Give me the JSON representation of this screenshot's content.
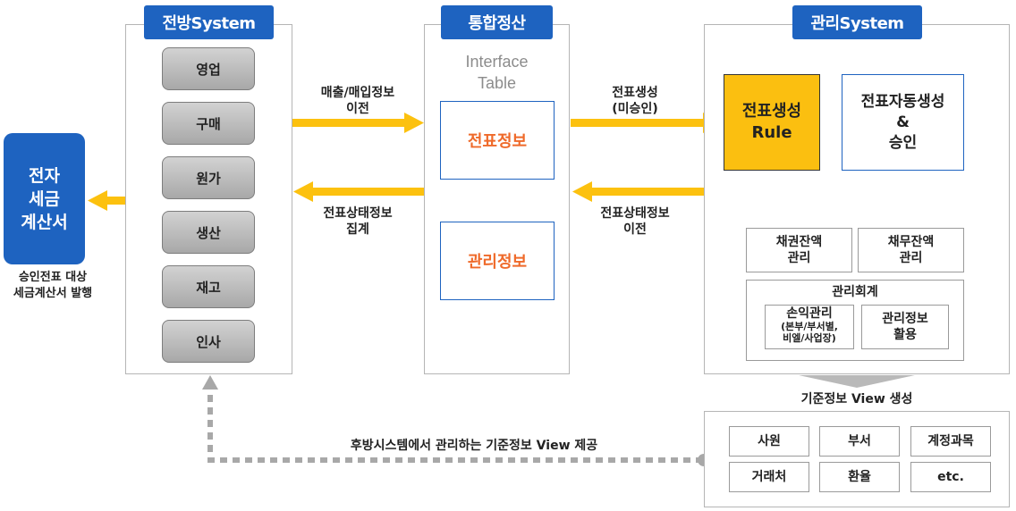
{
  "front": {
    "title": "전방System",
    "items": [
      "영업",
      "구매",
      "원가",
      "생산",
      "재고",
      "인사"
    ]
  },
  "einvoice": {
    "title": "전자\n세금\n계산서",
    "caption": "승인전표 대상\n세금계산서 발행"
  },
  "integration": {
    "title": "통합정산",
    "interface_label": "Interface\nTable",
    "voucher_info": "전표정보",
    "mgmt_info": "관리정보"
  },
  "mgmt": {
    "title": "관리System",
    "rule_box": "전표생성\nRule",
    "auto_box": "전표자동생성\n&\n승인",
    "receivable": "채권잔액\n관리",
    "payable": "채무잔액\n관리",
    "accounting_title": "관리회계",
    "pnl": "손익관리",
    "pnl_sub": "(본부/부서별,\n비엘/사업장)",
    "mgmt_use": "관리정보\n활용"
  },
  "arrows": {
    "sales_transfer": "매출/매입정보\n이전",
    "status_aggregate": "전표상태정보\n집계",
    "voucher_create": "전표생성\n(미승인)",
    "status_transfer": "전표상태정보\n이전",
    "base_view": "기준정보 View 생성",
    "feedback": "후방시스템에서 관리하는 기준정보 View 제공"
  },
  "base_info": {
    "items": [
      "사원",
      "부서",
      "계정과목",
      "거래처",
      "환율",
      "etc."
    ]
  },
  "colors": {
    "header_blue": "#1e63c0",
    "arrow_yellow": "#fcc10f",
    "rule_fill": "#fbbf10",
    "text_orange": "#ef6a2a"
  }
}
